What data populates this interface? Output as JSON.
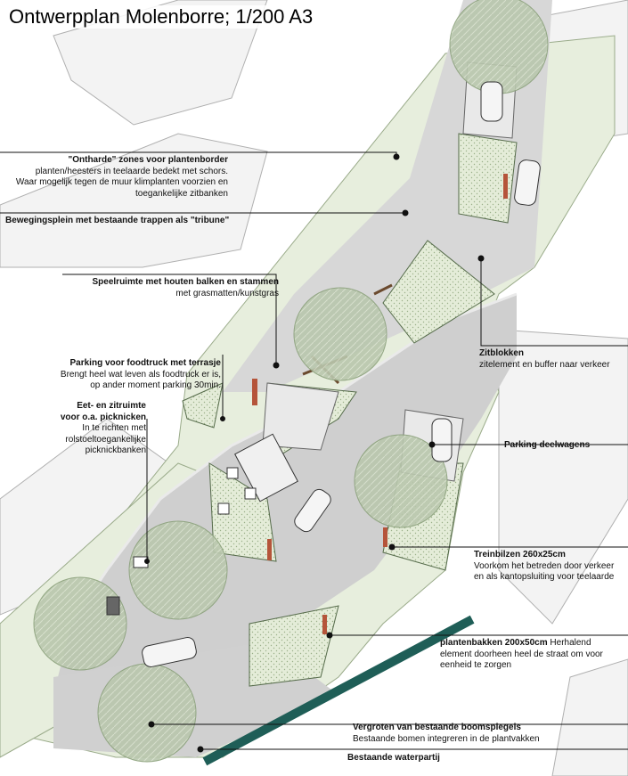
{
  "title": "Ontwerpplan Molenborre; 1/200 A3",
  "colors": {
    "grass": "#dfe8d2",
    "road": "#d2d2d2",
    "wall": "#8a8a8a",
    "water": "#1f5e57",
    "bench": "#b5543a",
    "tree": "#8aa07a"
  },
  "annotations": {
    "onthard": {
      "title": "\"Ontharde\" zones voor plantenborder",
      "line1": "planten/heesters in teelaarde bedekt met schors.",
      "line2": "Waar mogelijk tegen de muur klimplanten voorzien en",
      "line3": "toegankelijke zitbanken"
    },
    "beweging": {
      "title": "Bewegingsplein met bestaande trappen als \"tribune\""
    },
    "speel": {
      "title": "Speelruimte met houten balken en stammen",
      "line1": "met grasmatten/kunstgras"
    },
    "foodtruck": {
      "title": "Parking voor foodtruck met terrasje",
      "line1": "Brengt heel wat leven als foodtruck er is,",
      "line2": "op ander moment parking 30min."
    },
    "eet": {
      "title": "Eet- en zitruimte",
      "title2": "voor o.a. picknicken",
      "line1": "In te richten met",
      "line2": "rolstoeltoegankelijke",
      "line3": "picknickbanken"
    },
    "zit": {
      "title": "Zitblokken",
      "line1": "zitelement en buffer naar verkeer"
    },
    "deel": {
      "title": "Parking deelwagens"
    },
    "trein": {
      "title": "Treinbilzen 260x25cm",
      "line1": "Voorkom het betreden door verkeer",
      "line2": "en als kantopsluiting voor teelaarde"
    },
    "bakken": {
      "title": "plantenbakken 200x50cm",
      "title_rest": "Herhalend",
      "line1": "element doorheen heel de straat om voor",
      "line2": "eenheid te zorgen"
    },
    "boom": {
      "title": "Vergroten van bestaande boomspiegels",
      "line1": "Bestaande bomen integreren in de plantvakken"
    },
    "water": {
      "title": "Bestaande waterpartij"
    }
  }
}
